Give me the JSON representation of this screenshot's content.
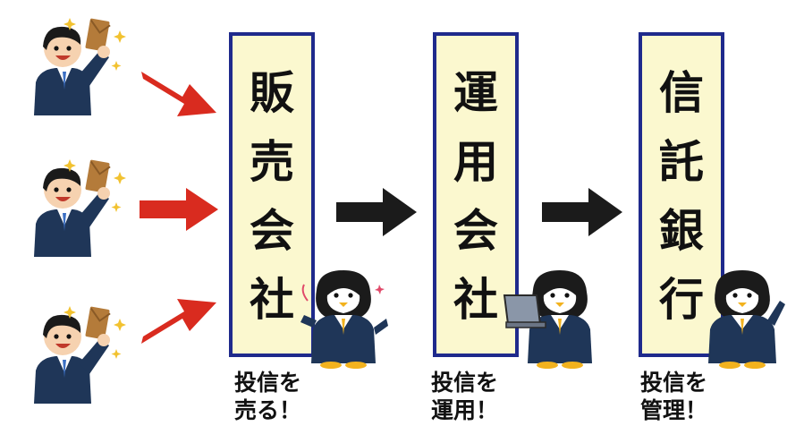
{
  "nodes": [
    {
      "id": "hanbai",
      "chars": [
        "販",
        "売",
        "会",
        "社"
      ],
      "caption_lines": [
        "投信を",
        "売る！"
      ]
    },
    {
      "id": "unyou",
      "chars": [
        "運",
        "用",
        "会",
        "社"
      ],
      "caption_lines": [
        "投信を",
        "運用！"
      ]
    },
    {
      "id": "shintaku",
      "chars": [
        "信",
        "託",
        "銀",
        "行"
      ],
      "caption_lines": [
        "投信を",
        "管理！"
      ]
    }
  ],
  "icons": {
    "investor": "businessman-holding-envelope-icon",
    "penguin": "penguin-businessman-icon",
    "arrow": "arrow-right-icon"
  },
  "colors": {
    "box_border": "#1f2a8c",
    "box_fill": "#fbf8cf",
    "red_arrow": "#d92b1f",
    "black_arrow": "#1b1b1b",
    "suit": "#1f3658"
  }
}
